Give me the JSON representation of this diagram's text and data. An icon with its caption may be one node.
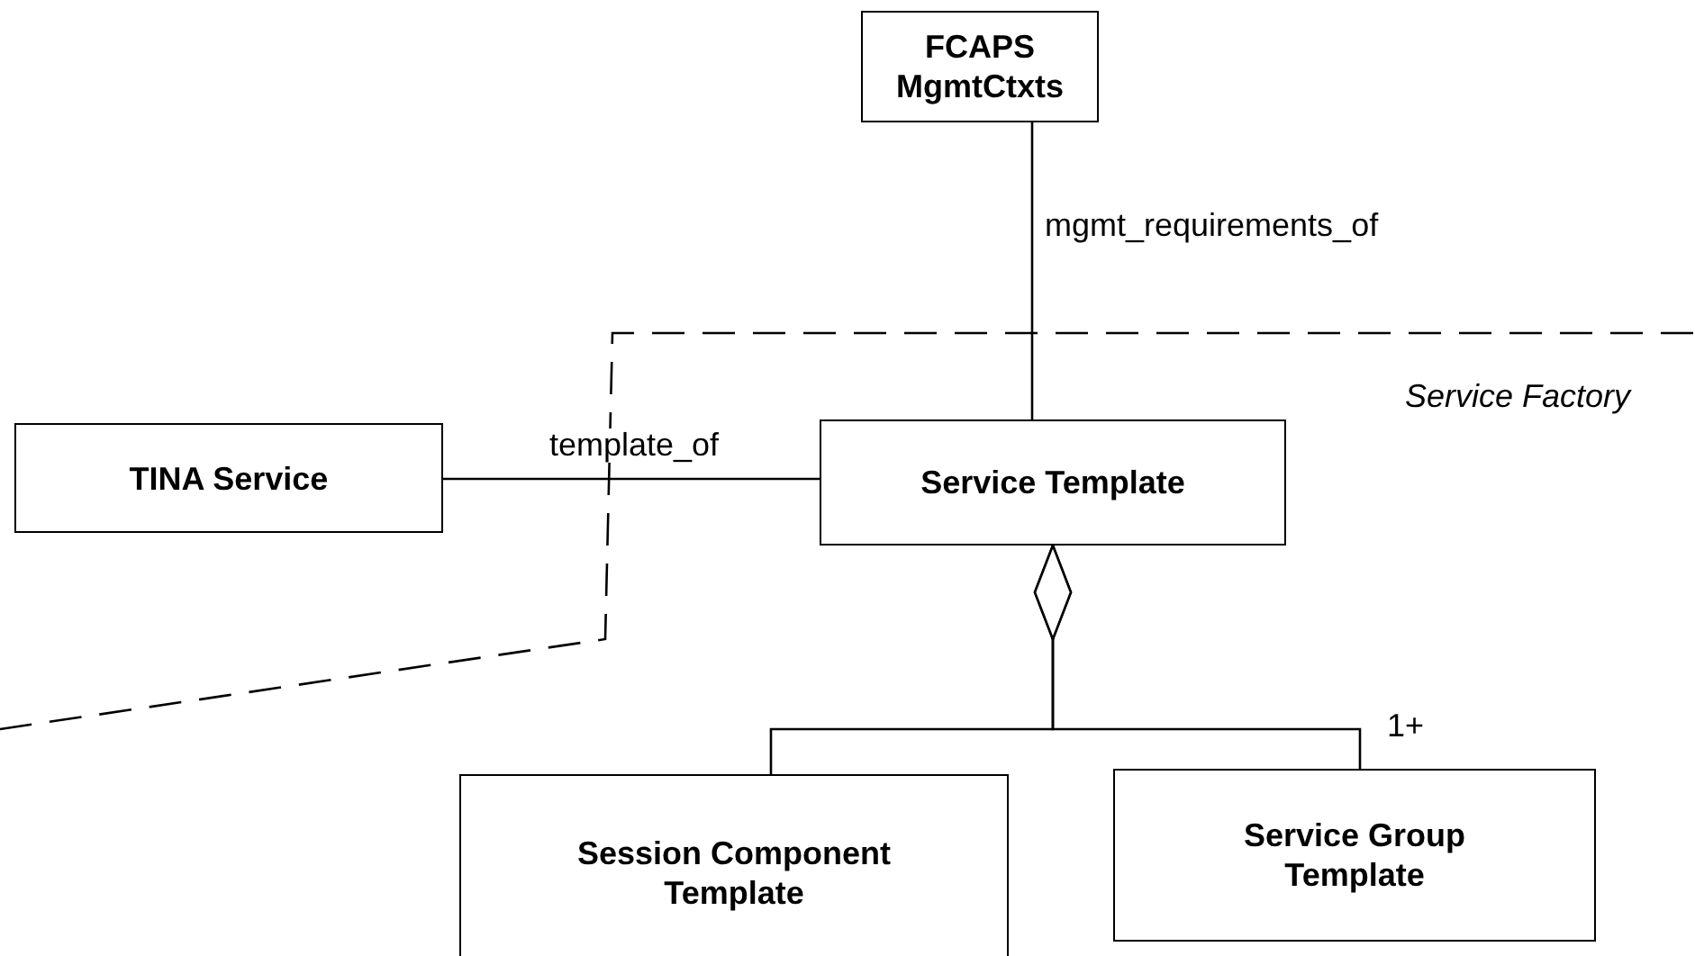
{
  "diagram": {
    "nodes": [
      {
        "text": [
          "FCAPS MgmtCtxts"
        ]
      },
      {
        "text": [
          "TINA Service"
        ]
      },
      {
        "text": [
          "Service Template"
        ]
      },
      {
        "text": [
          "Session Component Template"
        ]
      },
      {
        "text": [
          "Service Group Template"
        ]
      }
    ],
    "edges": [
      {
        "from": 0,
        "to": 2,
        "arrow": "none",
        "label": "mgmt_requirements_of"
      },
      {
        "from": 1,
        "to": 2,
        "arrow": "none",
        "label": "template_of"
      },
      {
        "from": 2,
        "to": 3,
        "arrow": "other"
      },
      {
        "from": 2,
        "to": 4,
        "arrow": "other"
      }
    ],
    "labels": [
      "Service Factory",
      "1+"
    ]
  }
}
